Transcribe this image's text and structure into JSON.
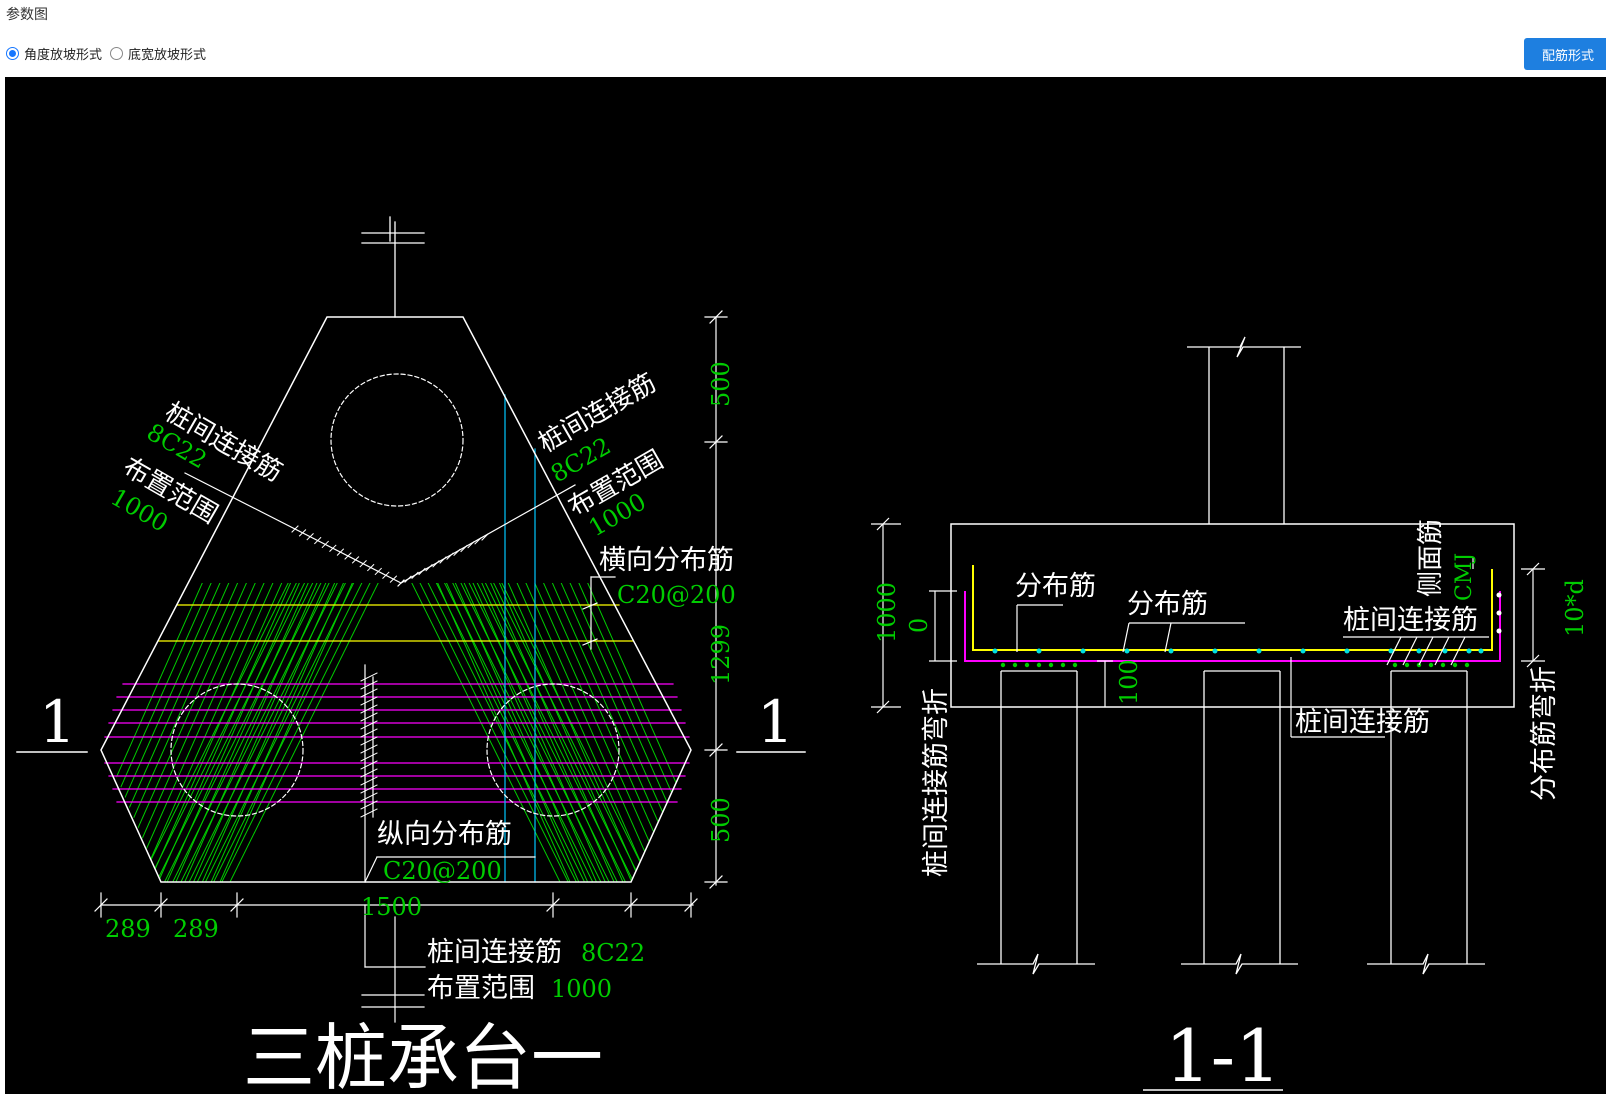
{
  "panel": {
    "title": "参数图"
  },
  "options": [
    {
      "label": "角度放坡形式",
      "checked": true
    },
    {
      "label": "底宽放坡形式",
      "checked": false
    }
  ],
  "toolbar": {
    "rebar_button": "配筋形式"
  },
  "colors": {
    "canvas_bg": "#000000",
    "line": "#ffffff",
    "green": "#00cc00",
    "yellow": "#ffff00",
    "magenta": "#ff00ff",
    "cyan": "#00c8ff",
    "button": "#1e7fe0"
  },
  "plan": {
    "section_mark_left": "1",
    "section_mark_right": "1",
    "label_left_rebar": "桩间连接筋",
    "label_left_spec": "8C22",
    "label_left_range": "布置范围",
    "label_left_range_value": "1000",
    "label_right_rebar": "桩间连接筋",
    "label_right_spec": "8C22",
    "label_right_range": "布置范围",
    "label_right_range_value": "1000",
    "label_transverse": "横向分布筋",
    "label_transverse_spec": "C20@200",
    "label_longitudinal": "纵向分布筋",
    "label_longitudinal_spec": "C20@200",
    "dim_top": "500",
    "dim_mid": "1299",
    "dim_bottom": "500",
    "dim_b1": "289",
    "dim_b2": "289",
    "dim_b3": "1500",
    "label_bottom_rebar": "桩间连接筋",
    "label_bottom_spec": "8C22",
    "label_bottom_range": "布置范围",
    "label_bottom_range_value": "1000",
    "title": "三桩承台一"
  },
  "section": {
    "dist_rebar_1": "分布筋",
    "dist_rebar_2": "分布筋",
    "side_rebar": "侧面筋",
    "side_rebar_spec": "CMJ",
    "pile_conn": "桩间连接筋",
    "pile_conn_bottom": "桩间连接筋",
    "dim_height": "1000",
    "dim_zero": "0",
    "dim_100": "100",
    "label_left_vert": "桩间连接筋弯折",
    "label_right_vert": "分布筋弯折",
    "label_right_dim": "10*d",
    "title": "1-1"
  }
}
